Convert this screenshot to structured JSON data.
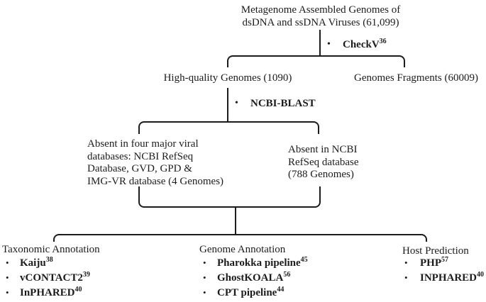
{
  "bullet_char": "•",
  "title": {
    "line1": "Metagenome Assembled Genomes of",
    "line2": "dsDNA and ssDNA Viruses (61,099)"
  },
  "step_labels": {
    "checkv": {
      "name": "CheckV",
      "sup": "36"
    },
    "ncbi_blast": {
      "name": "NCBI-BLAST"
    }
  },
  "nodes": {
    "high_quality": "High-quality Genomes (1090)",
    "fragments": "Genomes Fragments (60009)",
    "absent_four_viral": {
      "line1": "Absent in four major viral",
      "line2": "databases: NCBI RefSeq",
      "line3": "Database, GVD, GPD &",
      "line4": "IMG-VR database (4 Genomes)"
    },
    "absent_refseq": {
      "line1": "Absent in NCBI",
      "line2": "RefSeq database",
      "line3": "(788 Genomes)"
    }
  },
  "columns": {
    "taxonomic": {
      "title": "Taxonomic Annotation",
      "items": [
        {
          "name": "Kaiju",
          "sup": "38"
        },
        {
          "name": "vCONTACT2",
          "sup": "39"
        },
        {
          "name": "InPHARED",
          "sup": "40"
        }
      ]
    },
    "genome": {
      "title": "Genome Annotation",
      "items": [
        {
          "name": "Pharokka pipeline",
          "sup": "45"
        },
        {
          "name": "GhostKOALA",
          "sup": "56"
        },
        {
          "name": "CPT pipeline",
          "sup": "44"
        }
      ]
    },
    "host": {
      "title": "Host Prediction",
      "items": [
        {
          "name": "PHP",
          "sup": "57"
        },
        {
          "name": "INPHARED",
          "sup": "40"
        }
      ]
    }
  },
  "colors": {
    "line": "#1c1c1c",
    "text": "#1c1c1c",
    "background": "#ffffff"
  }
}
